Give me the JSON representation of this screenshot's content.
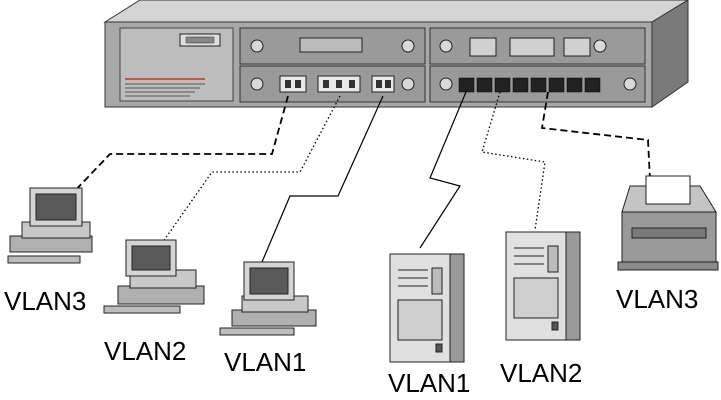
{
  "labels": {
    "pc_left": "VLAN3",
    "pc_mid": "VLAN2",
    "pc_right": "VLAN1",
    "server_left": "VLAN1",
    "server_right": "VLAN2",
    "printer": "VLAN3"
  }
}
